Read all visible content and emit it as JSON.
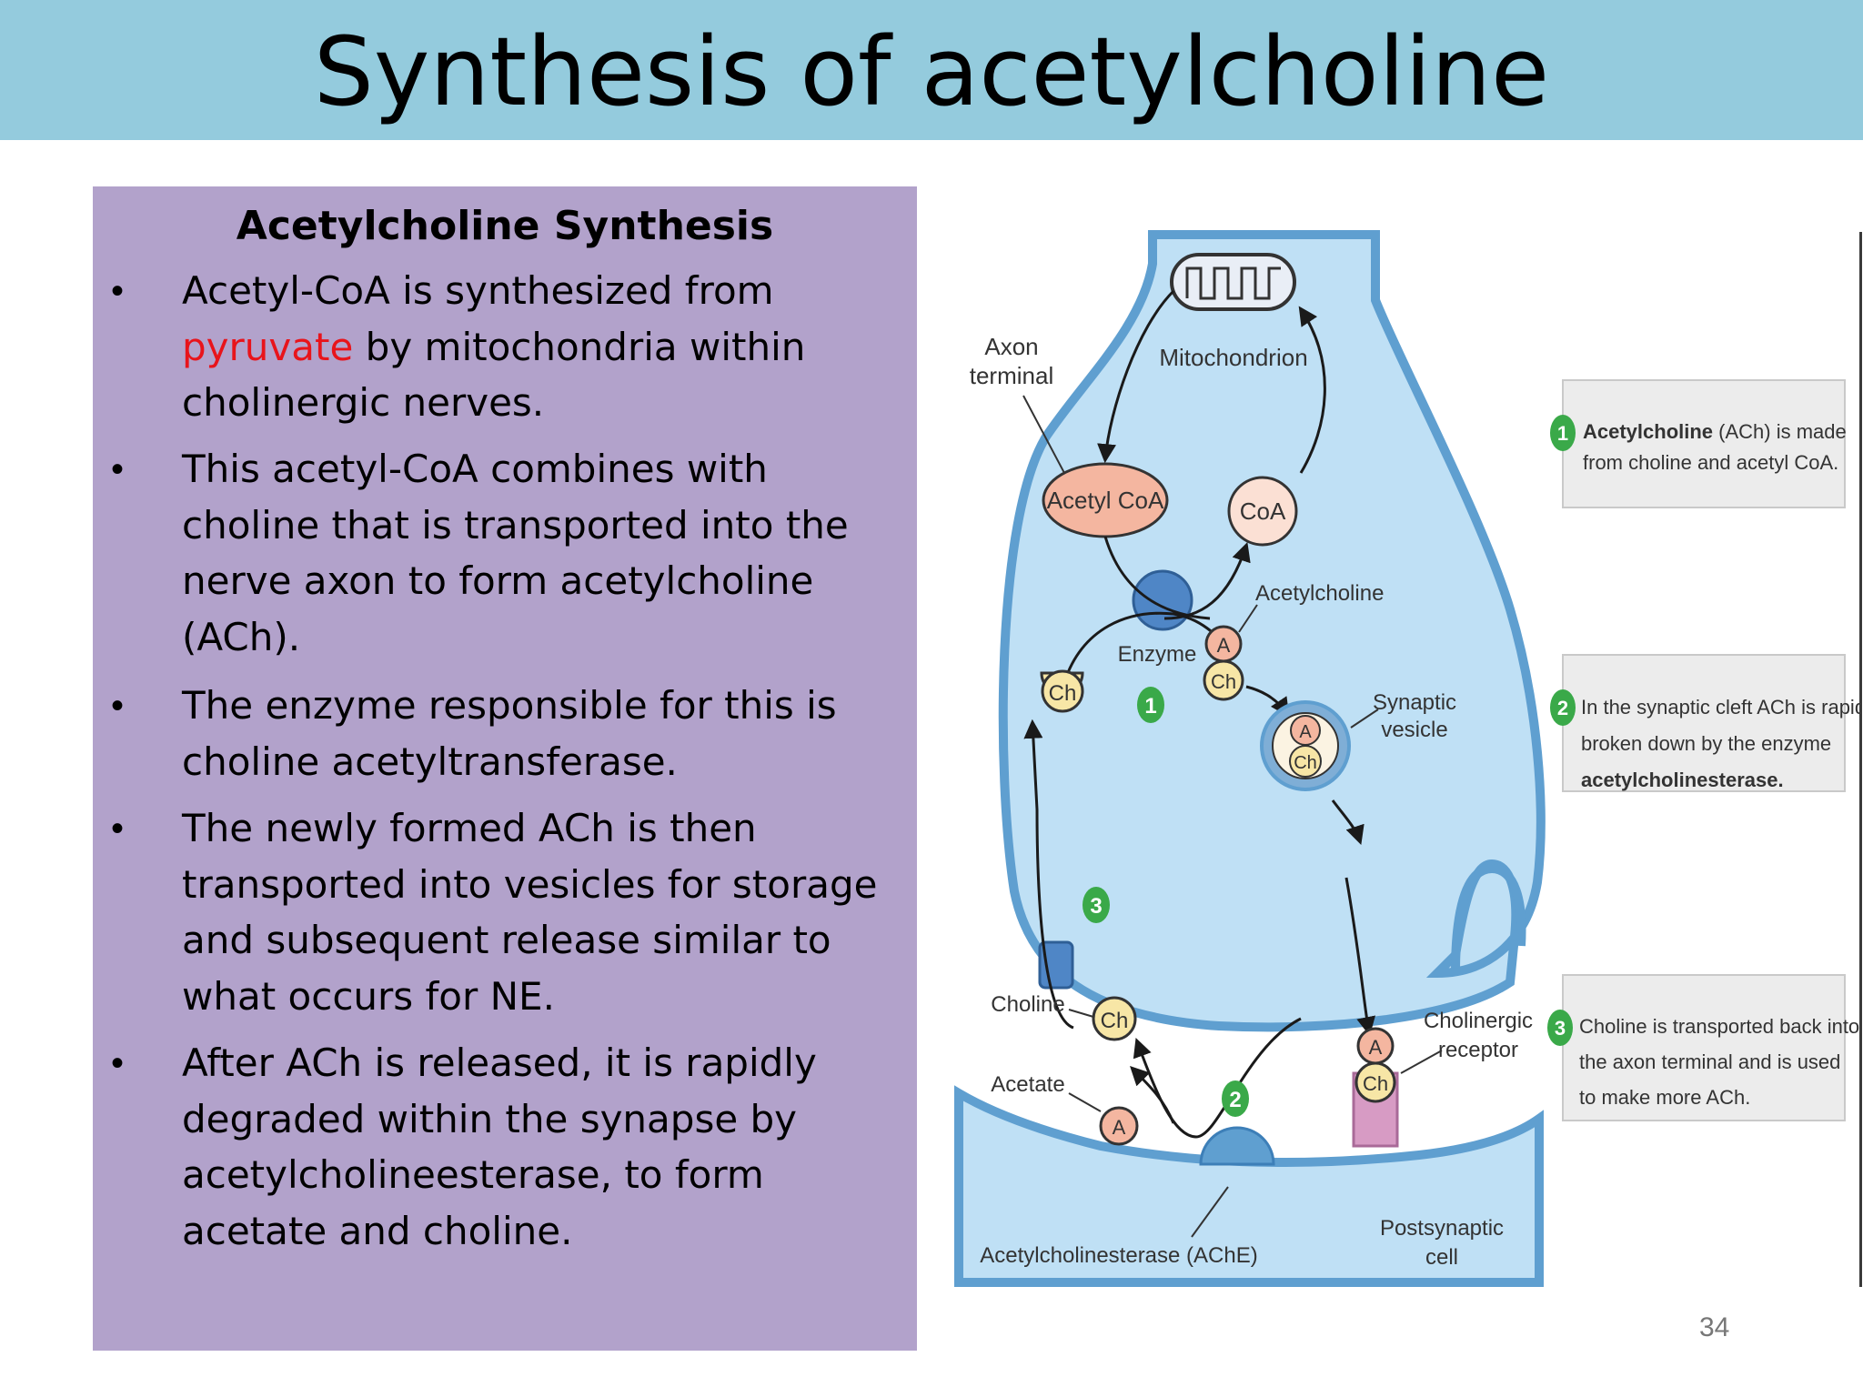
{
  "slide": {
    "title": "Synthesis of acetylcholine",
    "page_number": "34"
  },
  "panel": {
    "heading": "Acetylcholine Synthesis",
    "bullet_symbol": "•",
    "bullets": [
      {
        "before": "Acetyl-CoA is synthesized from ",
        "highlight": "pyruvate",
        "after": " by mitochondria within cholinergic nerves."
      },
      {
        "text": "This acetyl-CoA combines with choline that is transported into the nerve axon to form acetylcholine (ACh)."
      },
      {
        "text": "The enzyme responsible for this is choline acetyltransferase."
      },
      {
        "text": "The newly formed ACh is then transported into vesicles for storage and subsequent release similar to what occurs for NE."
      },
      {
        "text": "After ACh is released, it is rapidly degraded within the synapse by acetylcholineesterase, to form acetate and choline."
      }
    ],
    "highlight_color": "#e8141b"
  },
  "diagram": {
    "labels": {
      "axon_terminal_1": "Axon",
      "axon_terminal_2": "terminal",
      "mitochondrion": "Mitochondrion",
      "acetyl_coa": "Acetyl CoA",
      "coa": "CoA",
      "acetylcholine": "Acetylcholine",
      "enzyme": "Enzyme",
      "synaptic_vesicle_1": "Synaptic",
      "synaptic_vesicle_2": "vesicle",
      "choline": "Choline",
      "acetate": "Acetate",
      "cholinergic_receptor_1": "Cholinergic",
      "cholinergic_receptor_2": "receptor",
      "postsynaptic_1": "Postsynaptic",
      "postsynaptic_2": "cell",
      "ache": "Acetylcholinesterase (AChE)",
      "a": "A",
      "ch": "Ch",
      "step1": "1",
      "step2": "2",
      "step3": "3"
    },
    "notes": [
      {
        "number": "1",
        "line1_bold": "Acetylcholine",
        "line1_rest": " (ACh) is made",
        "line2": "from choline and acetyl CoA."
      },
      {
        "number": "2",
        "line1": "In the synaptic cleft ACh is rapidly",
        "line2": "broken down by the enzyme",
        "line3_bold": "acetylcholinesterase."
      },
      {
        "number": "3",
        "line1": "Choline is transported back into",
        "line2": "the axon terminal and is used",
        "line3": "to make more ACh."
      }
    ],
    "colors": {
      "cytoplasm": "#bfe0f5",
      "membrane": "#5f9fd0",
      "acetyl_coa_fill": "#f4b6a0",
      "coa_fill": "#fbe0d4",
      "ch_fill": "#f7e6a6",
      "a_fill": "#f4b6a0",
      "step_green": "#3aa949",
      "enzyme_blue": "#4f86c6",
      "receptor_pink": "#d79bc4"
    }
  }
}
